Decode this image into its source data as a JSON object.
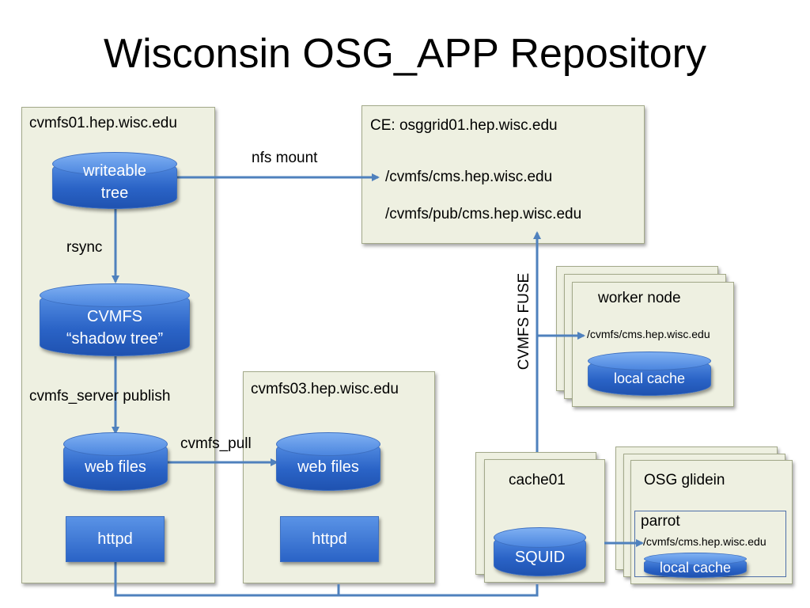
{
  "title": "Wisconsin OSG_APP Repository",
  "cvmfs01": {
    "host": "cvmfs01.hep.wisc.edu",
    "writeable_tree_line1": "writeable",
    "writeable_tree_line2": "tree",
    "rsync": "rsync",
    "shadow_line1": "CVMFS",
    "shadow_line2": "“shadow tree”",
    "publish": "cvmfs_server publish",
    "web_files": "web files",
    "httpd": "httpd"
  },
  "cvmfs03": {
    "host": "cvmfs03.hep.wisc.edu",
    "pull": "cvmfs_pull",
    "web_files": "web files",
    "httpd": "httpd"
  },
  "ce": {
    "host": "CE: osggrid01.hep.wisc.edu",
    "nfs_mount": "nfs mount",
    "path1": "/cvmfs/cms.hep.wisc.edu",
    "path2": "/cvmfs/pub/cms.hep.wisc.edu"
  },
  "fuse_label": "CVMFS FUSE",
  "worker": {
    "title": "worker node",
    "path": "/cvmfs/cms.hep.wisc.edu",
    "cache": "local cache"
  },
  "cache01": {
    "title": "cache01",
    "squid": "SQUID"
  },
  "glidein": {
    "title": "OSG glidein",
    "parrot": "parrot",
    "path": "/cvmfs/cms.hep.wisc.edu",
    "cache": "local cache"
  },
  "colors": {
    "box_fill": "#eef0e1",
    "arrow": "#4f81bd",
    "cylinder": "#2a63c6"
  }
}
